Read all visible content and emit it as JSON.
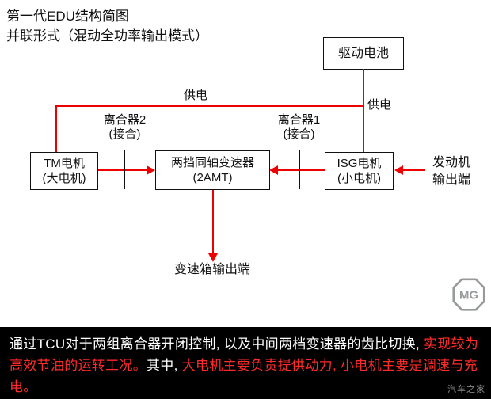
{
  "colors": {
    "line_red": "#ee0000",
    "border_black": "#111111",
    "caption_bg": "#000000",
    "caption_white": "#ffffff",
    "caption_red": "#ff2a2a",
    "logo_gray": "#97999b"
  },
  "title": {
    "line1": "第一代EDU结构简图",
    "line2": "并联形式（混动全功率输出模式）"
  },
  "boxes": {
    "battery": "驱动电池",
    "tm": {
      "line1": "TM电机",
      "line2": "(大电机)"
    },
    "gearbox": {
      "line1": "两挡同轴变速器",
      "line2": "(2AMT)"
    },
    "isg": {
      "line1": "ISG电机",
      "line2": "(小电机)"
    }
  },
  "labels": {
    "supply_mid": "供电",
    "supply_right": "供电",
    "clutch2": {
      "line1": "离合器2",
      "line2": "(接合)"
    },
    "clutch1": {
      "line1": "离合器1",
      "line2": "(接合)"
    },
    "engine": {
      "line1": "发动机",
      "line2": "输出端"
    },
    "gearbox_output": "变速箱输出端"
  },
  "caption": {
    "segments": [
      {
        "text": "通过TCU对于两组离合器开闭控制, 以及中间两档变速器的齿比切换, ",
        "color": "#ffffff"
      },
      {
        "text": "实现较为高效节油的运转工况。",
        "color": "#ff2a2a"
      },
      {
        "text": "其中, ",
        "color": "#ffffff"
      },
      {
        "text": "大电机主要负责提供动力, 小电机主要是调速与充电。",
        "color": "#ff2a2a"
      }
    ]
  },
  "watermark": "汽车之家",
  "logo_text": "MG"
}
